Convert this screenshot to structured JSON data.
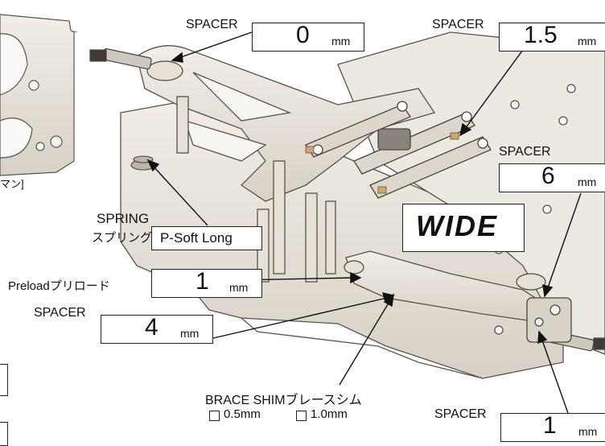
{
  "inset": {
    "label": "マン]"
  },
  "callouts": {
    "spacer_top": {
      "label": "SPACER",
      "value": "0",
      "unit": "mm"
    },
    "spacer_top_right": {
      "label": "SPACER",
      "value": "1.5",
      "unit": "mm"
    },
    "spacer_right": {
      "label": "SPACER",
      "value": "6",
      "unit": "mm"
    },
    "spacer_left": {
      "label": "SPACER",
      "value": "4",
      "unit": "mm"
    },
    "spacer_bottom_right": {
      "label": "SPACER",
      "value": "1",
      "unit": "mm"
    }
  },
  "spring": {
    "label": "SPRING",
    "label_jp": "スプリング",
    "value": "P-Soft Long"
  },
  "preload": {
    "label": "Preloadプリロード",
    "value": "1",
    "unit": "mm"
  },
  "wide_badge": "WIDE",
  "brace_shim": {
    "label": "BRACE SHIMブレースシム",
    "options": [
      {
        "label": "0.5mm",
        "checked": false
      },
      {
        "label": "1.0mm",
        "checked": false
      }
    ]
  },
  "colors": {
    "part_fill": "#e9e4dd",
    "part_stroke": "#5a534c",
    "hole": "#f7f5f2",
    "spacer_tan": "#c8a878"
  }
}
